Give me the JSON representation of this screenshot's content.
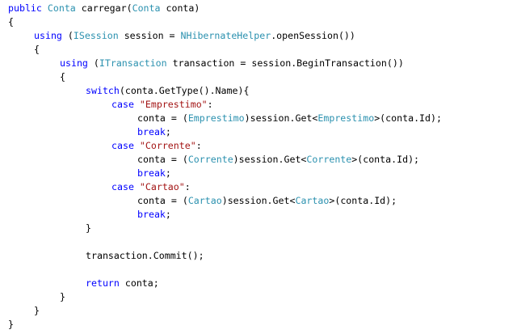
{
  "editor": {
    "colors": {
      "background": "#ffffff",
      "keyword": "#0000ff",
      "type": "#2b91af",
      "string": "#a31515",
      "plain": "#000000"
    },
    "lines": [
      {
        "indent": 0,
        "tokens": [
          {
            "t": "kw",
            "v": "public"
          },
          {
            "t": "pl",
            "v": " "
          },
          {
            "t": "tp",
            "v": "Conta"
          },
          {
            "t": "pl",
            "v": " carregar("
          },
          {
            "t": "tp",
            "v": "Conta"
          },
          {
            "t": "pl",
            "v": " conta)"
          }
        ]
      },
      {
        "indent": 0,
        "tokens": [
          {
            "t": "pl",
            "v": "{"
          }
        ]
      },
      {
        "indent": 1,
        "tokens": [
          {
            "t": "kw",
            "v": "using"
          },
          {
            "t": "pl",
            "v": " ("
          },
          {
            "t": "tp",
            "v": "ISession"
          },
          {
            "t": "pl",
            "v": " session = "
          },
          {
            "t": "tp",
            "v": "NHibernateHelper"
          },
          {
            "t": "pl",
            "v": ".openSession())"
          }
        ]
      },
      {
        "indent": 1,
        "tokens": [
          {
            "t": "pl",
            "v": "{"
          }
        ]
      },
      {
        "indent": 2,
        "tokens": [
          {
            "t": "kw",
            "v": "using"
          },
          {
            "t": "pl",
            "v": " ("
          },
          {
            "t": "tp",
            "v": "ITransaction"
          },
          {
            "t": "pl",
            "v": " transaction = session.BeginTransaction())"
          }
        ]
      },
      {
        "indent": 2,
        "tokens": [
          {
            "t": "pl",
            "v": "{"
          }
        ]
      },
      {
        "indent": 3,
        "tokens": [
          {
            "t": "kw",
            "v": "switch"
          },
          {
            "t": "pl",
            "v": "(conta.GetType().Name){"
          }
        ]
      },
      {
        "indent": 4,
        "tokens": [
          {
            "t": "kw",
            "v": "case"
          },
          {
            "t": "pl",
            "v": " "
          },
          {
            "t": "str",
            "v": "\"Emprestimo\""
          },
          {
            "t": "pl",
            "v": ":"
          }
        ]
      },
      {
        "indent": 5,
        "tokens": [
          {
            "t": "pl",
            "v": "conta = ("
          },
          {
            "t": "tp",
            "v": "Emprestimo"
          },
          {
            "t": "pl",
            "v": ")session.Get<"
          },
          {
            "t": "tp",
            "v": "Emprestimo"
          },
          {
            "t": "pl",
            "v": ">(conta.Id);"
          }
        ]
      },
      {
        "indent": 5,
        "tokens": [
          {
            "t": "kw",
            "v": "break"
          },
          {
            "t": "pl",
            "v": ";"
          }
        ]
      },
      {
        "indent": 4,
        "tokens": [
          {
            "t": "kw",
            "v": "case"
          },
          {
            "t": "pl",
            "v": " "
          },
          {
            "t": "str",
            "v": "\"Corrente\""
          },
          {
            "t": "pl",
            "v": ":"
          }
        ]
      },
      {
        "indent": 5,
        "tokens": [
          {
            "t": "pl",
            "v": "conta = ("
          },
          {
            "t": "tp",
            "v": "Corrente"
          },
          {
            "t": "pl",
            "v": ")session.Get<"
          },
          {
            "t": "tp",
            "v": "Corrente"
          },
          {
            "t": "pl",
            "v": ">(conta.Id);"
          }
        ]
      },
      {
        "indent": 5,
        "tokens": [
          {
            "t": "kw",
            "v": "break"
          },
          {
            "t": "pl",
            "v": ";"
          }
        ]
      },
      {
        "indent": 4,
        "tokens": [
          {
            "t": "kw",
            "v": "case"
          },
          {
            "t": "pl",
            "v": " "
          },
          {
            "t": "str",
            "v": "\"Cartao\""
          },
          {
            "t": "pl",
            "v": ":"
          }
        ]
      },
      {
        "indent": 5,
        "tokens": [
          {
            "t": "pl",
            "v": "conta = ("
          },
          {
            "t": "tp",
            "v": "Cartao"
          },
          {
            "t": "pl",
            "v": ")session.Get<"
          },
          {
            "t": "tp",
            "v": "Cartao"
          },
          {
            "t": "pl",
            "v": ">(conta.Id);"
          }
        ]
      },
      {
        "indent": 5,
        "tokens": [
          {
            "t": "kw",
            "v": "break"
          },
          {
            "t": "pl",
            "v": ";"
          }
        ]
      },
      {
        "indent": 3,
        "tokens": [
          {
            "t": "pl",
            "v": "}"
          }
        ]
      },
      {
        "indent": 3,
        "tokens": []
      },
      {
        "indent": 3,
        "tokens": [
          {
            "t": "pl",
            "v": "transaction.Commit();"
          }
        ]
      },
      {
        "indent": 3,
        "tokens": []
      },
      {
        "indent": 3,
        "tokens": [
          {
            "t": "kw",
            "v": "return"
          },
          {
            "t": "pl",
            "v": " conta;"
          }
        ]
      },
      {
        "indent": 2,
        "tokens": [
          {
            "t": "pl",
            "v": "}"
          }
        ]
      },
      {
        "indent": 1,
        "tokens": [
          {
            "t": "pl",
            "v": "}"
          }
        ]
      },
      {
        "indent": 0,
        "tokens": [
          {
            "t": "pl",
            "v": "}"
          }
        ]
      }
    ]
  }
}
